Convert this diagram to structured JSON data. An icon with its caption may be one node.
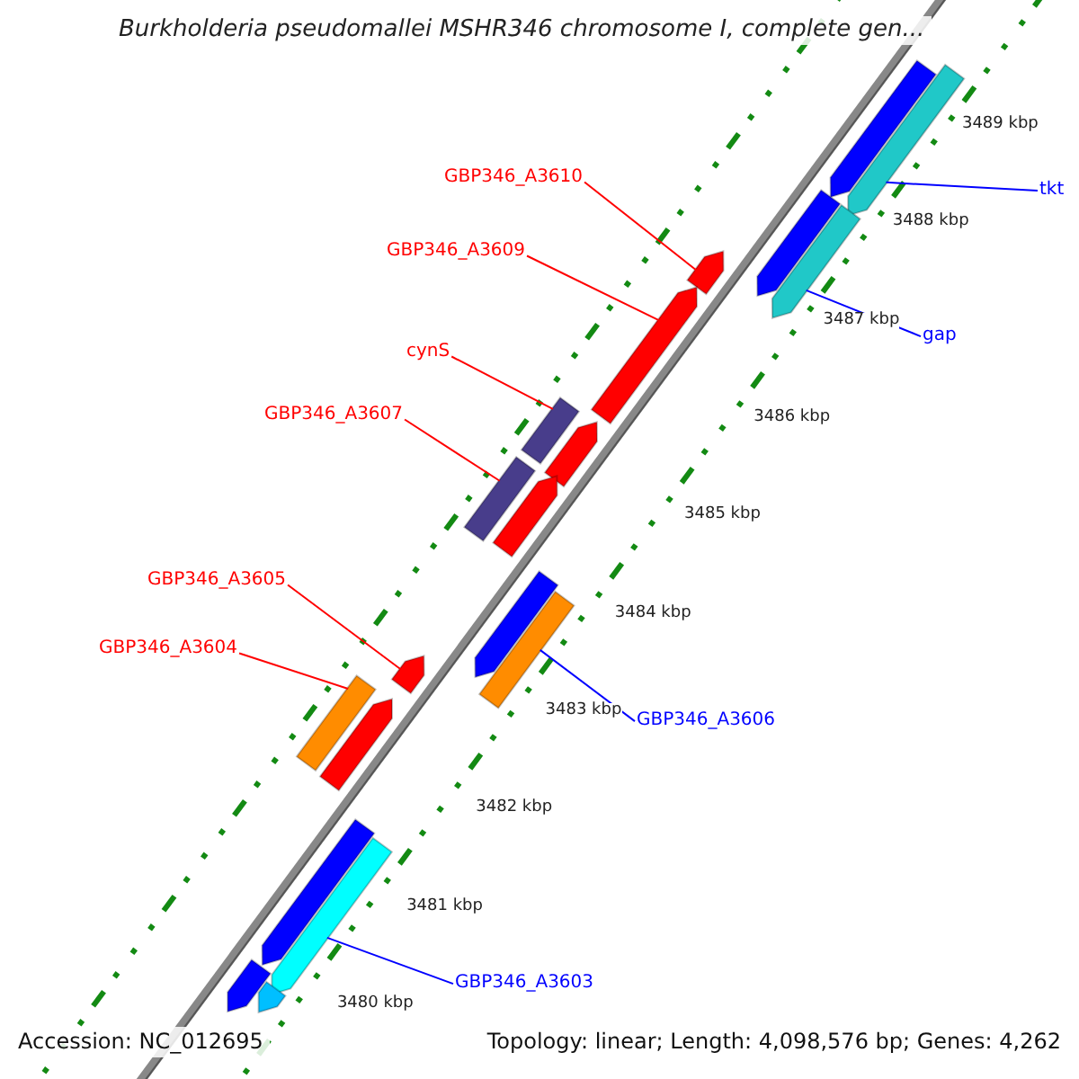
{
  "diagram": {
    "title": "Burkholderia pseudomallei MSHR346 chromosome I, complete gen...",
    "nodes": [
      {
        "text": [
          "GBP346_A3610"
        ]
      },
      {
        "text": [
          "tkt"
        ]
      },
      {
        "text": [
          "GBP346_A3609"
        ]
      },
      {
        "text": [
          "gap"
        ]
      },
      {
        "text": [
          "cynS"
        ]
      },
      {
        "text": [
          "GBP346_A3607"
        ]
      },
      {
        "text": [
          "GBP346_A3605"
        ]
      },
      {
        "text": [
          "GBP346_A3604"
        ]
      },
      {
        "text": [
          "GBP346_A3606"
        ]
      },
      {
        "text": [
          "GBP346_A3603"
        ]
      },
      {
        "text": [],
        "shape": "bar"
      },
      {
        "text": [],
        "shape": "bar"
      },
      {
        "text": [],
        "shape": "bar"
      },
      {
        "text": [],
        "shape": "bar"
      },
      {
        "text": [],
        "shape": "bar"
      },
      {
        "text": [],
        "shape": "bar"
      },
      {
        "text": [],
        "shape": "bar"
      },
      {
        "text": [],
        "shape": "bar"
      },
      {
        "text": [],
        "shape": "bar"
      },
      {
        "text": [],
        "shape": "bar"
      },
      {
        "text": [],
        "shape": "bar"
      },
      {
        "text": [],
        "shape": "bar"
      },
      {
        "text": [],
        "shape": "bar"
      },
      {
        "text": [],
        "shape": "bar"
      },
      {
        "text": [],
        "shape": "bar"
      },
      {
        "text": [],
        "shape": "bar"
      },
      {
        "text": [],
        "shape": "bar"
      },
      {
        "text": [],
        "shape": "bar"
      },
      {
        "text": [],
        "shape": "bar"
      }
    ],
    "edges": [
      {
        "from": 0,
        "to": 10,
        "arrow": "none"
      },
      {
        "from": 1,
        "to": 11,
        "arrow": "none",
        "color": "#0000ff"
      },
      {
        "from": 2,
        "to": 12,
        "arrow": "none"
      },
      {
        "from": 3,
        "to": 13,
        "arrow": "none",
        "color": "#0000ff"
      },
      {
        "from": 4,
        "to": 14,
        "arrow": "none"
      },
      {
        "from": 5,
        "to": 15,
        "arrow": "none"
      },
      {
        "from": 6,
        "to": 16,
        "arrow": "none"
      },
      {
        "from": 7,
        "to": 17,
        "arrow": "none"
      },
      {
        "from": 8,
        "to": 18,
        "arrow": "none",
        "color": "#0000ff"
      },
      {
        "from": 9,
        "to": 19,
        "arrow": "none",
        "color": "#0000ff"
      }
    ],
    "labels": [
      "3489 kbp",
      "3488 kbp",
      "3487 kbp",
      "3486 kbp",
      "3485 kbp",
      "3484 kbp",
      "3483 kbp",
      "3482 kbp",
      "3481 kbp",
      "3480 kbp",
      "Accession: NC_012695",
      "Topology: linear; Length: 4,098,576 bp; Genes: 4,262"
    ]
  }
}
